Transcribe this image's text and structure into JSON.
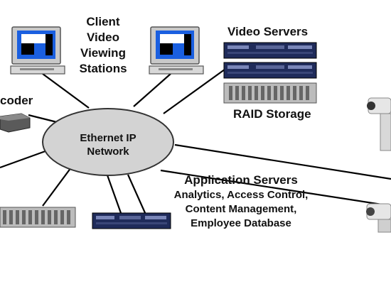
{
  "diagram": {
    "network_label_1": "Ethernet IP",
    "network_label_2": "Network",
    "client_label": [
      "Client",
      "Video",
      "Viewing",
      "Stations"
    ],
    "video_servers_label": "Video Servers",
    "raid_label": "RAID Storage",
    "encoder_label": "coder",
    "app_servers": {
      "title": "Application  Servers",
      "lines": [
        "Analytics, Access Control,",
        "Content Management,",
        "Employee Database"
      ]
    }
  },
  "colors": {
    "ellipse_fill": "#d3d3d3",
    "monitor_screen": "#1a5fe0",
    "monitor_bezel": "#c9c9c9",
    "server_body": "#1f2b5a",
    "raid_body": "#bcbcbc",
    "camera_body": "#e6e6e6"
  }
}
